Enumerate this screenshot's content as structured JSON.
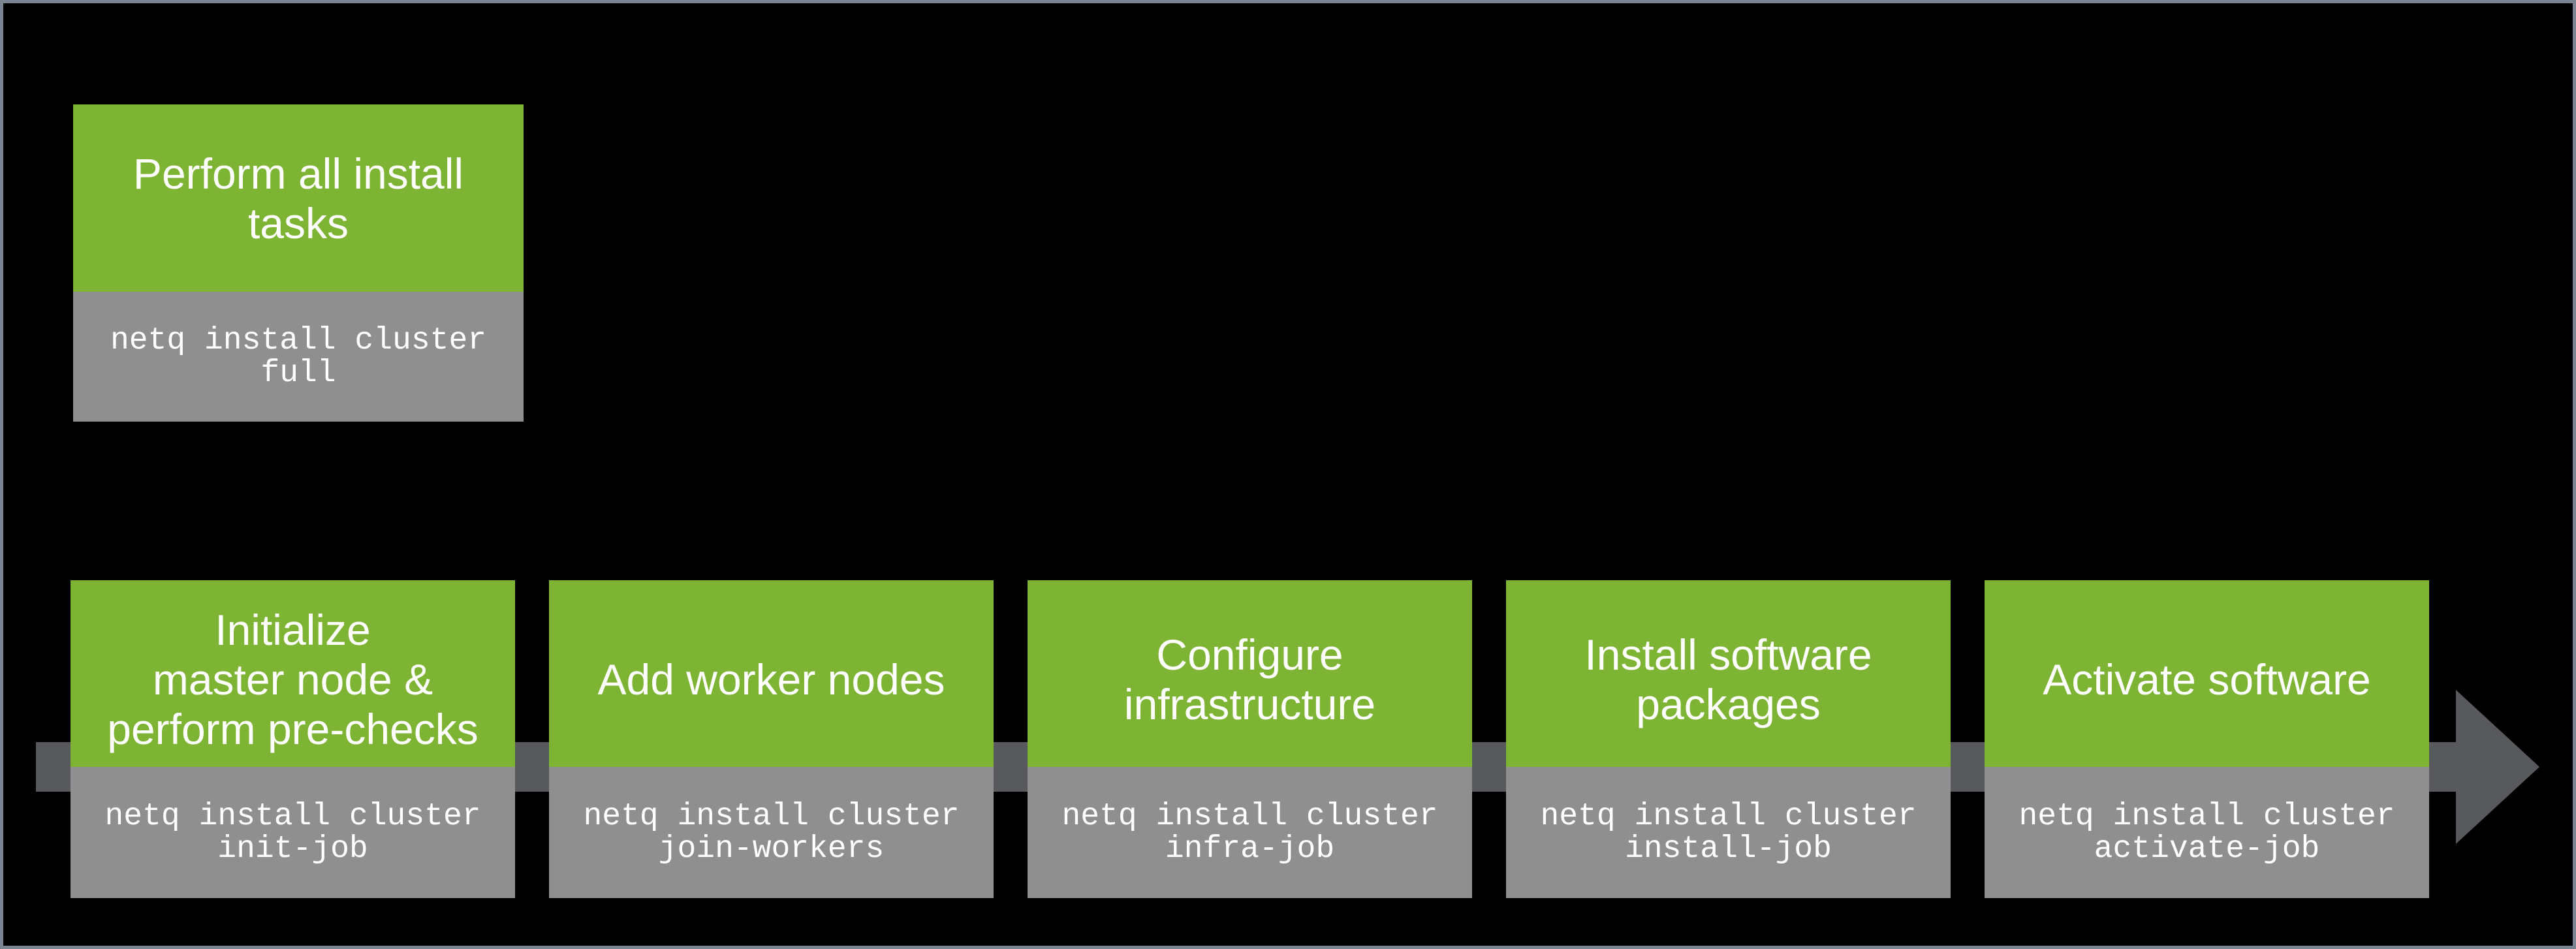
{
  "colors": {
    "step_green": "#7EB434",
    "command_gray": "#8F8F90",
    "arrow_gray": "#58595C",
    "background": "#000000",
    "frame_border": "#7A8591",
    "text": "#FFFFFF"
  },
  "arrow": {
    "direction": "right"
  },
  "full_install": {
    "title_lines": [
      "Perform all install",
      "tasks"
    ],
    "command_lines": [
      "netq install cluster",
      "full"
    ]
  },
  "steps": [
    {
      "title_lines": [
        "Initialize",
        "master node &",
        "perform pre-checks"
      ],
      "command_lines": [
        "netq install cluster",
        "init-job"
      ]
    },
    {
      "title_lines": [
        "Add worker nodes"
      ],
      "command_lines": [
        "netq install cluster",
        "join-workers"
      ]
    },
    {
      "title_lines": [
        "Configure",
        "infrastructure"
      ],
      "command_lines": [
        "netq install cluster",
        "infra-job"
      ]
    },
    {
      "title_lines": [
        "Install software",
        "packages"
      ],
      "command_lines": [
        "netq install cluster",
        "install-job"
      ]
    },
    {
      "title_lines": [
        "Activate software"
      ],
      "command_lines": [
        "netq install cluster",
        "activate-job"
      ]
    }
  ]
}
